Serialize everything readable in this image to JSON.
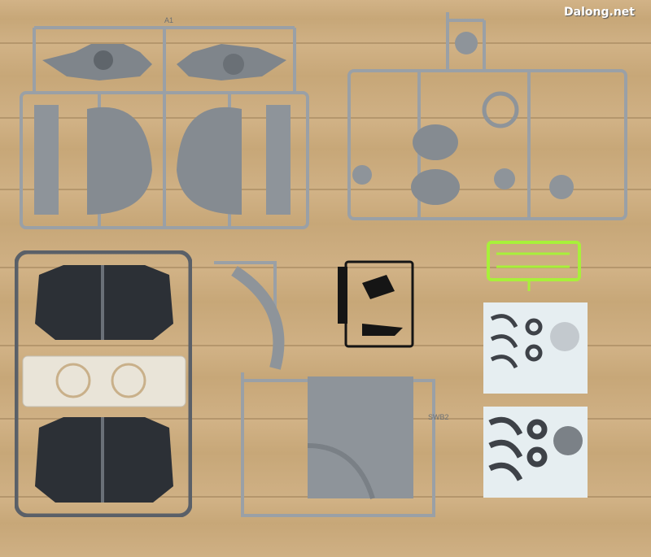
{
  "watermark": {
    "text": "Dalong.net"
  },
  "runner_tags": {
    "a1": "A1",
    "swb2": "SWB2"
  },
  "colors": {
    "wood": "#c9a97c",
    "grey_plastic": "#9aa0a6",
    "dark_plastic": "#2c3036",
    "black_plastic": "#151515",
    "clear_plastic": "#e9e4d8",
    "green_clear": "#a8f03a",
    "decal_sheet": "#e6eef1"
  },
  "parts": [
    {
      "name": "runner-a1-grey",
      "icon": "tie-wing-sprue-icon"
    },
    {
      "name": "runner-grey-small-parts",
      "icon": "sprue-icon"
    },
    {
      "name": "runner-dark-wing-panels",
      "icon": "solar-panel-icon"
    },
    {
      "name": "runner-grey-deck",
      "icon": "deck-panel-icon"
    },
    {
      "name": "runner-black-parts",
      "icon": "sprue-icon"
    },
    {
      "name": "runner-green-clear",
      "icon": "clear-sprue-icon"
    },
    {
      "name": "decal-sheet-top",
      "icon": "decal-icon"
    },
    {
      "name": "decal-sheet-bottom",
      "icon": "decal-icon"
    }
  ]
}
